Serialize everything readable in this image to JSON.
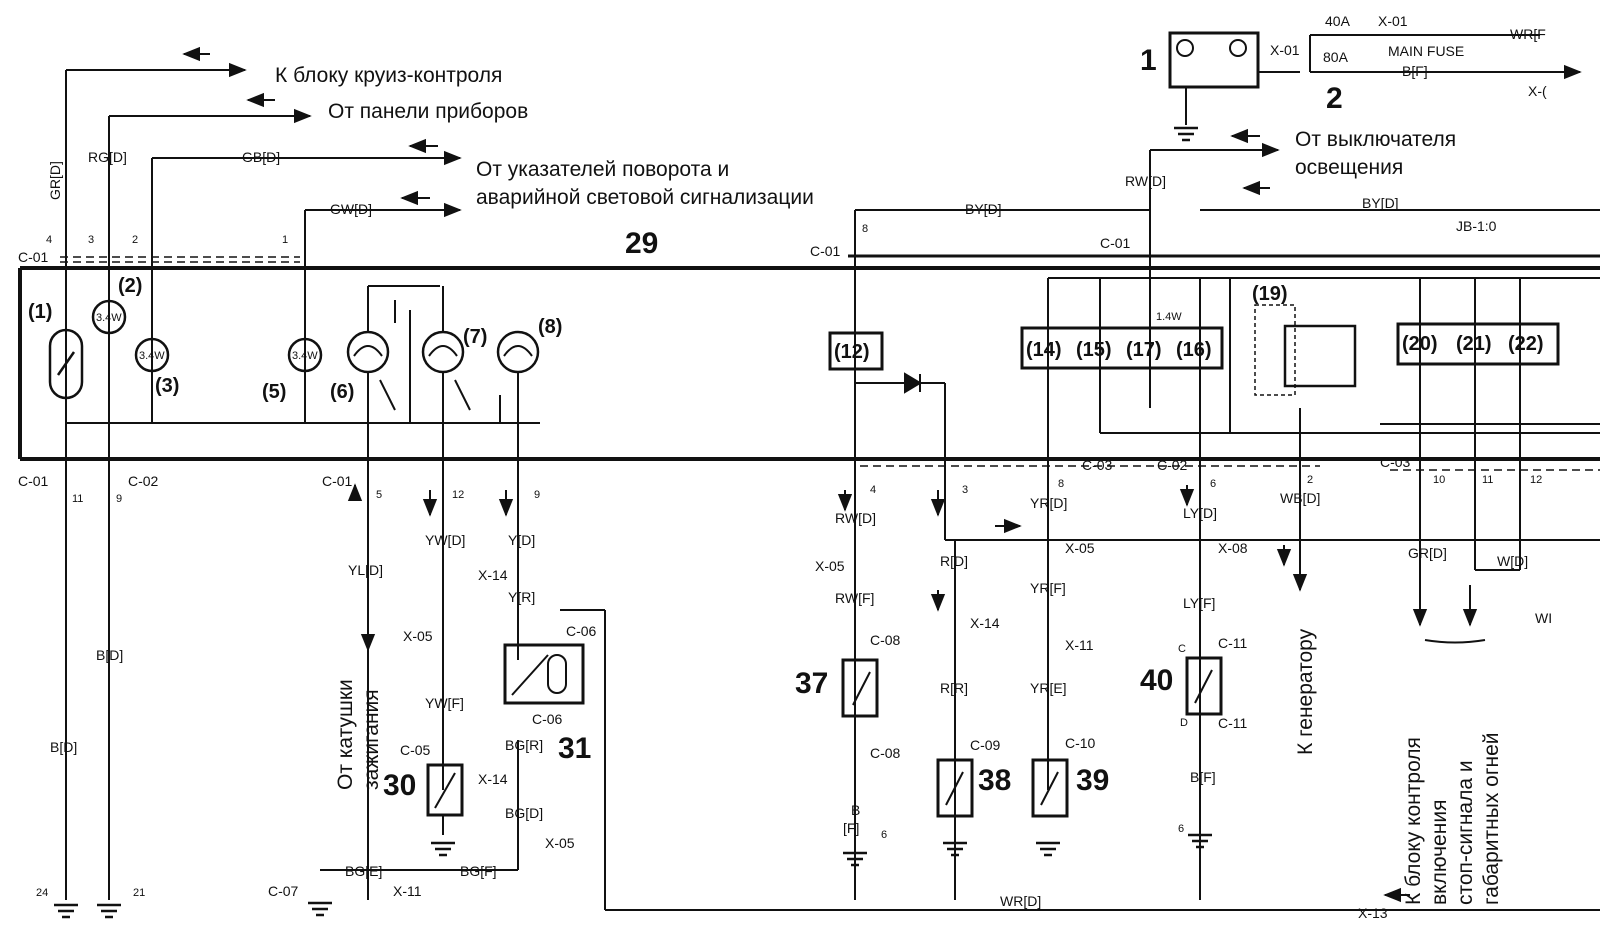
{
  "captions": {
    "cruise": "К блоку круиз-контроля",
    "panel": "От панели приборов",
    "turn1": "От указателей поворота и",
    "turn2": "аварийной световой сигнализации",
    "light1": "От выключателя",
    "light2": "освещения",
    "coil1": "От катушки",
    "coil2": "зажигания",
    "gen": "К генератору",
    "brake1": "К блоку контроля",
    "brake2": "включения",
    "brake3": "стоп-сигнала и",
    "brake4": "габаритных огней",
    "main_fuse": "MAIN FUSE"
  },
  "numbers": {
    "n1": "1",
    "n2": "2",
    "n29": "29",
    "n30": "30",
    "n31": "31",
    "n37": "37",
    "n38": "38",
    "n39": "39",
    "n40": "40"
  },
  "parts": {
    "p1": "(1)",
    "p2": "(2)",
    "p3": "(3)",
    "p5": "(5)",
    "p6": "(6)",
    "p7": "(7)",
    "p8": "(8)",
    "p12": "(12)",
    "p14": "(14)",
    "p15": "(15)",
    "p17": "(17)",
    "p16": "(16)",
    "p19": "(19)",
    "p20": "(20)",
    "p21": "(21)",
    "p22": "(22)",
    "lamp_w": "3.4W",
    "w14": "1.4W"
  },
  "wires": {
    "gr_d": "GR[D]",
    "rg_d": "RG[D]",
    "gb_d": "GB[D]",
    "gw_d": "GW[D]",
    "by_d": "BY[D]",
    "rw_d": "RW[D]",
    "wr_f": "WR[F",
    "b_f_top": "B[F]",
    "b_d": "B[D]",
    "yl_d": "YL[D]",
    "yw_d": "YW[D]",
    "yw_f": "YW[F]",
    "y_d": "Y[D]",
    "y_r": "Y[R]",
    "bg_r": "BG[R]",
    "bg_d": "BG[D]",
    "bg_e": "BG[E]",
    "bg_f": "BG[F]",
    "rw_f": "RW[F]",
    "b": "B",
    "f": "[F]",
    "r_d": "R[D]",
    "r_r": "R[R]",
    "yr_d": "YR[D]",
    "yr_f": "YR[F]",
    "yr_e": "YR[E]",
    "ly_d": "LY[D]",
    "ly_f": "LY[F]",
    "b_f": "B[F]",
    "wb_d": "WB[D]",
    "w_d": "W[D]",
    "wi": "WI",
    "wr_d": "WR[D]",
    "a40": "40A",
    "a80": "80A"
  },
  "connectors": {
    "c01": "C-01",
    "c02": "C-02",
    "c03": "C-03",
    "c05": "C-05",
    "c06": "C-06",
    "c07": "C-07",
    "c08": "C-08",
    "c09": "C-09",
    "c10": "C-10",
    "c11": "C-11",
    "x01": "X-01",
    "x05": "X-05",
    "x08": "X-08",
    "x11": "X-11",
    "x13": "X-13",
    "x14": "X-14",
    "jb": "JB-1:0",
    "xc": "X-("
  },
  "pins": {
    "p1": "1",
    "p2": "2",
    "p3": "3",
    "p4": "4",
    "p5": "5",
    "p6": "6",
    "p8": "8",
    "p9": "9",
    "p10": "10",
    "p11": "11",
    "p12": "12",
    "p21": "21",
    "p24": "24",
    "pc": "C",
    "pd": "D"
  }
}
